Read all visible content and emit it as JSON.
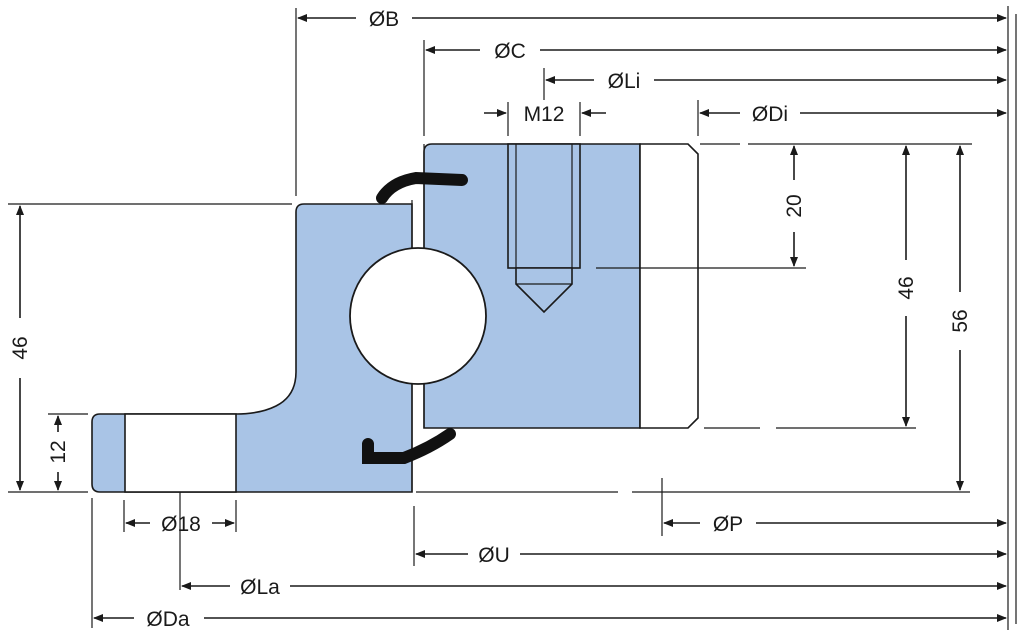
{
  "drawing": {
    "colors": {
      "ring_fill": "#a9c4e6",
      "line": "#1a1a1a",
      "background": "#ffffff",
      "seal": "#111111"
    },
    "labels": {
      "dia_B": "ØB",
      "dia_C": "ØC",
      "dia_Li": "ØLi",
      "thread": "M12",
      "dia_Di": "ØDi",
      "depth_20": "20",
      "height_46_left": "46",
      "height_12": "12",
      "height_46_right": "46",
      "height_56": "56",
      "hole_18": "Ø18",
      "dia_P": "ØP",
      "dia_U": "ØU",
      "dia_La": "ØLa",
      "dia_Da": "ØDa"
    }
  }
}
